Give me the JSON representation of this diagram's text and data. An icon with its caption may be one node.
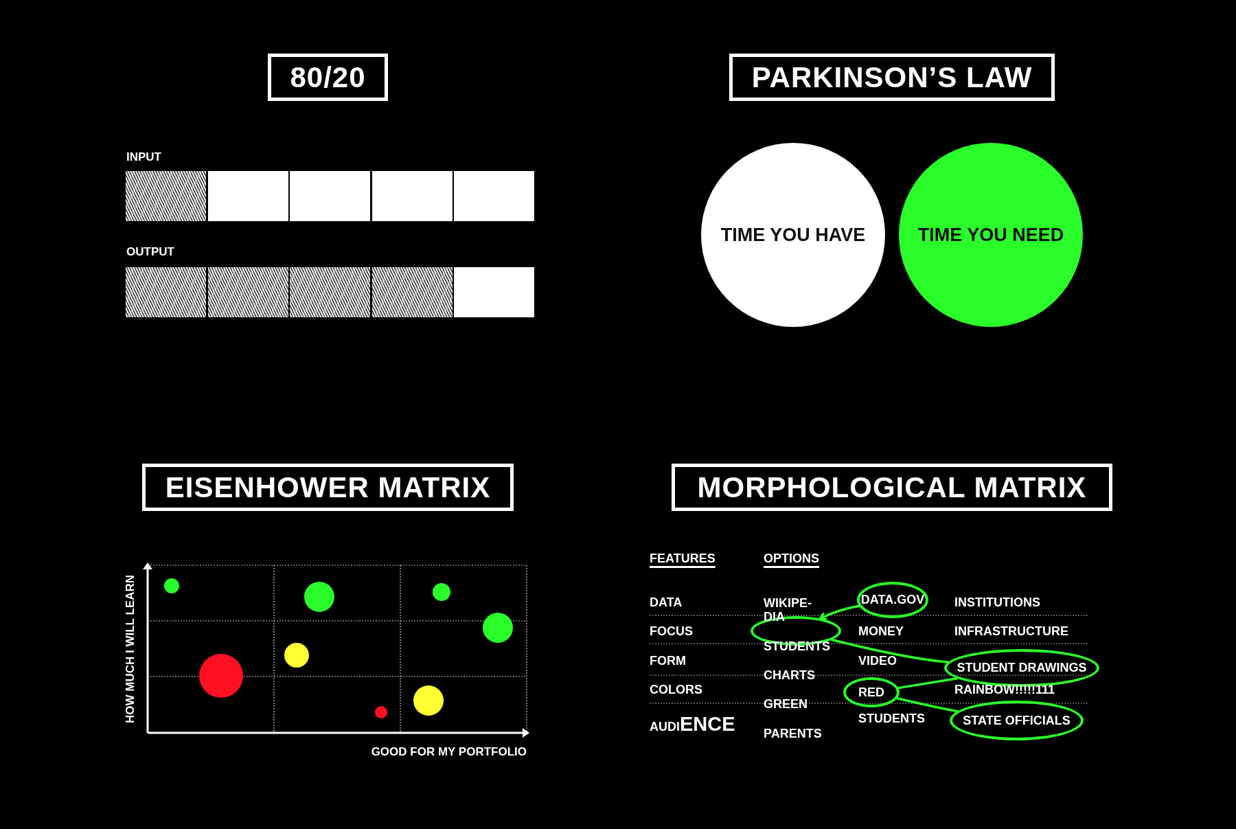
{
  "diagram": {
    "nodes": [
      {
        "text": [
          "80/20"
        ]
      },
      {
        "text": [
          "PARKINSON’S LAW"
        ]
      },
      {
        "text": [],
        "shape": "box"
      },
      {
        "text": [],
        "shape": "box"
      },
      {
        "text": [],
        "shape": "box"
      },
      {
        "text": [],
        "shape": "box"
      },
      {
        "text": [],
        "shape": "box"
      },
      {
        "text": [],
        "shape": "box"
      },
      {
        "text": [],
        "shape": "box"
      },
      {
        "text": [],
        "shape": "box"
      },
      {
        "text": [],
        "shape": "box"
      },
      {
        "text": [],
        "shape": "box"
      },
      {
        "text": [
          "TIME YOU HAVE"
        ]
      },
      {
        "text": [
          "TIME YOU NEED"
        ]
      },
      {
        "text": [
          "EISENHOWER MATRIX"
        ]
      },
      {
        "text": [
          "MORPHOLOGICAL MATRIX"
        ]
      },
      {
        "text": [
          "DATA.GOV"
        ]
      },
      {
        "text": [],
        "shape": "circle"
      },
      {
        "text": [
          "STUDENT DRAWINGS"
        ]
      },
      {
        "text": [
          "RED"
        ]
      },
      {
        "text": [
          "STATE OFFICIALS"
        ]
      }
    ],
    "edges": [
      {
        "from": 16,
        "to": 17,
        "arrow": "to"
      },
      {
        "from": 17,
        "to": 18,
        "arrow": "none"
      },
      {
        "from": 18,
        "to": 19,
        "arrow": "none"
      },
      {
        "from": 19,
        "to": 20,
        "arrow": "none"
      }
    ],
    "labels": [
      "INPUT",
      "OUTPUT",
      "HOW MUCH I WILL LEARN",
      "GOOD FOR MY PORTFOLIO",
      "FEATURES",
      "OPTIONS",
      "DATA",
      "WIKIPE- DIA",
      "INSTITUTIONS",
      "FOCUS",
      "MONEY",
      "INFRASTRUCTURE",
      "STUDENTS",
      "FORM",
      "VIDEO",
      "CHARTS",
      "COLORS",
      "RAINBOW!!!!!111",
      "GREEN",
      "STUDENTS",
      "AUDIENCE",
      "PARENTS"
    ]
  }
}
